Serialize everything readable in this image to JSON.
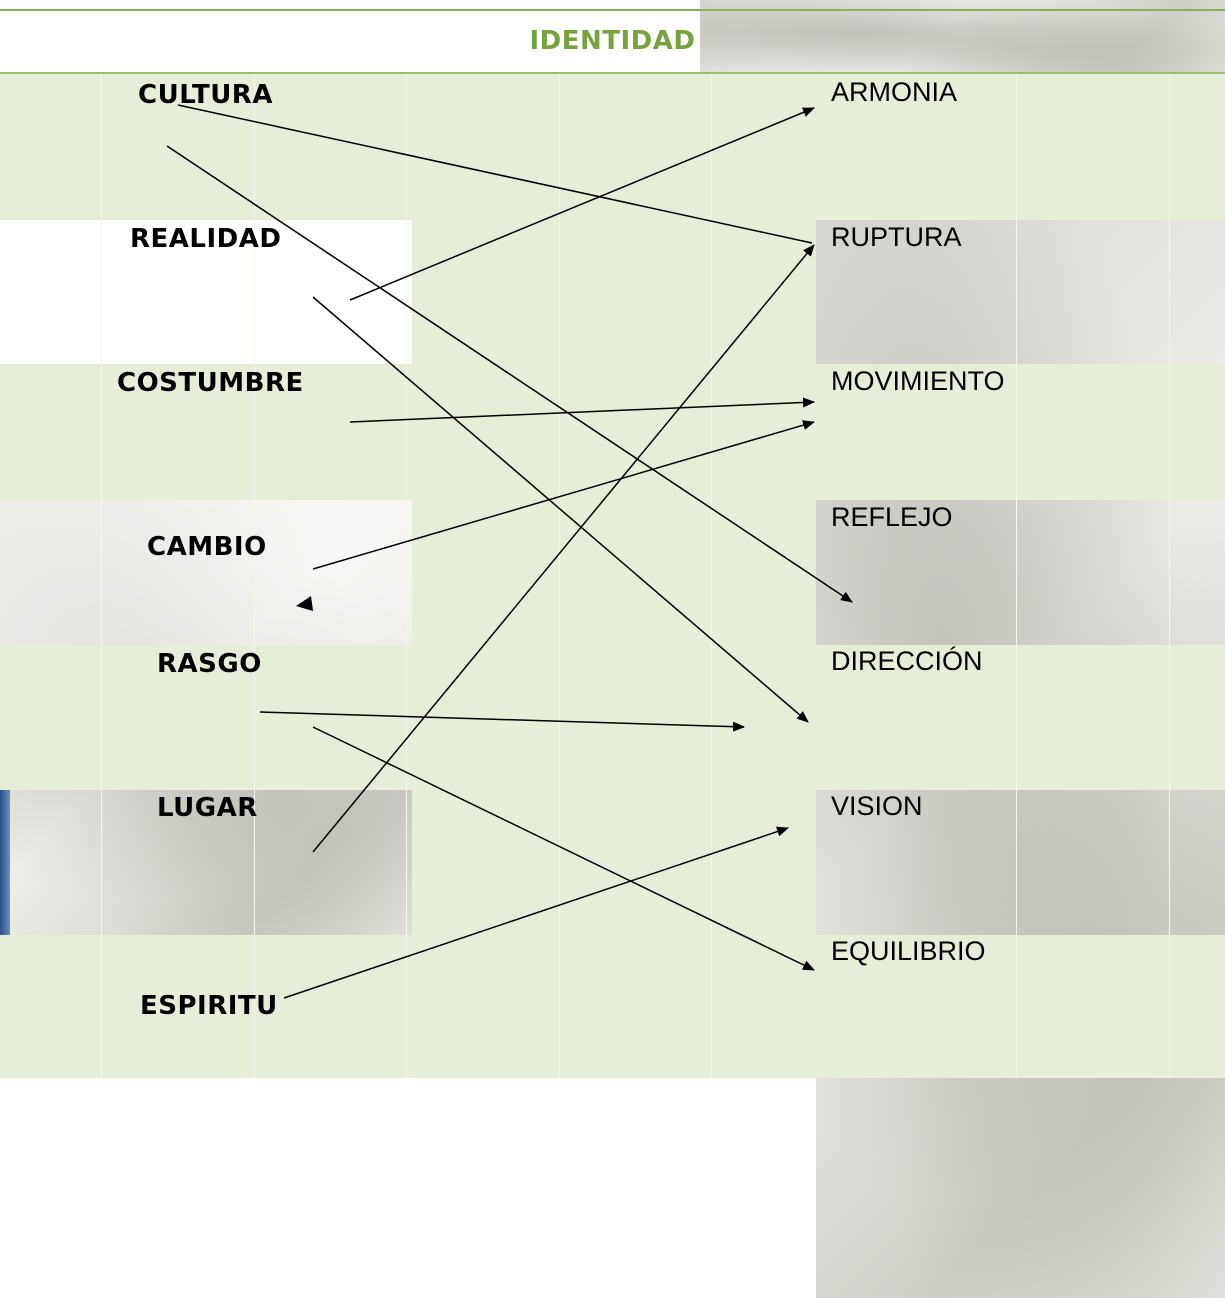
{
  "title": "IDENTIDAD",
  "left_terms": [
    "CULTURA",
    "REALIDAD",
    "COSTUMBRE",
    "CAMBIO",
    "RASGO",
    "LUGAR",
    "ESPIRITU"
  ],
  "right_terms": [
    "ARMONIA",
    "RUPTURA",
    "MOVIMIENTO",
    "REFLEJO",
    "DIRECCIÓN",
    "VISION",
    "EQUILIBRIO"
  ],
  "colors": {
    "title": "#77a33f",
    "cell_green": "#e6eed8",
    "rule": "#8aad5c"
  }
}
